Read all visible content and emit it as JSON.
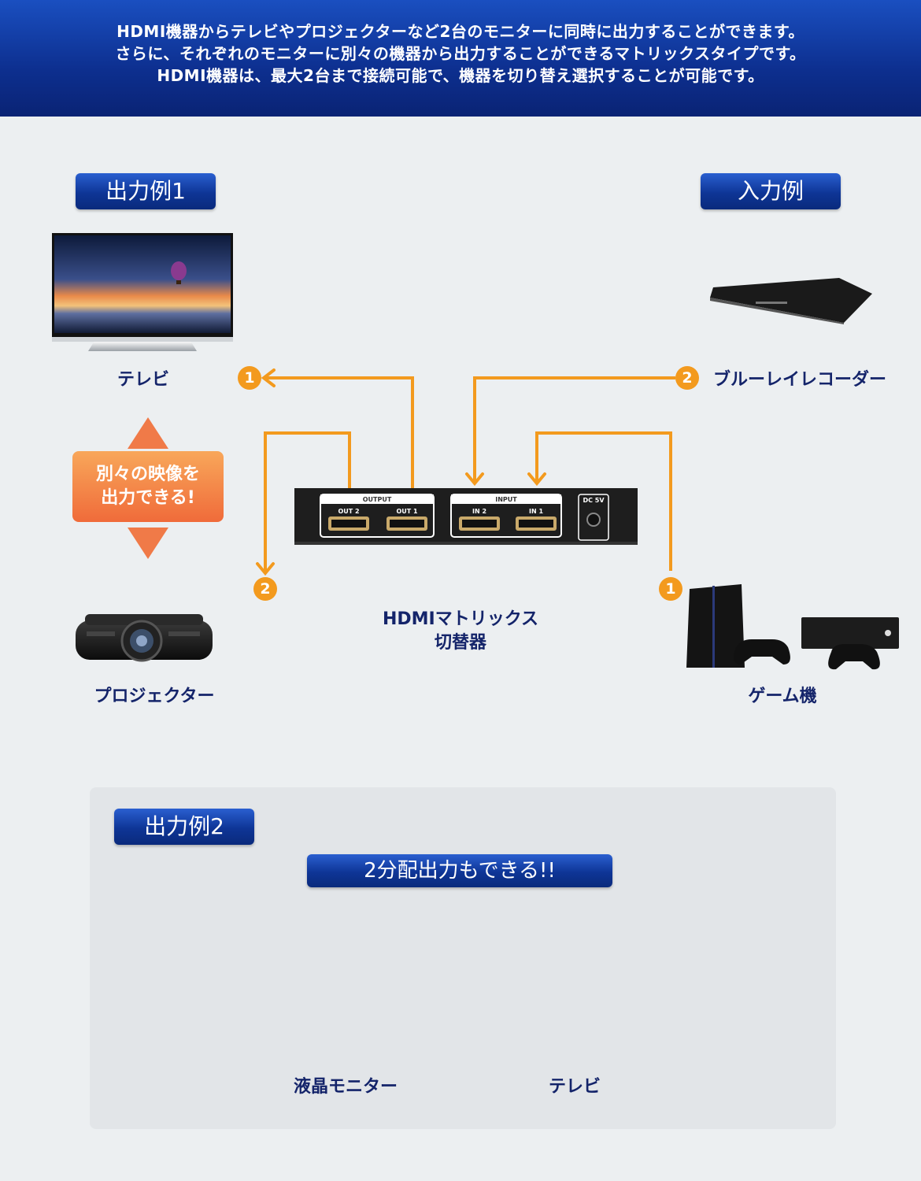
{
  "header": {
    "lines": [
      "HDMI機器からテレビやプロジェクターなど2台のモニターに同時に出力することができます。",
      "さらに、それぞれのモニターに別々の機器から出力することができるマトリックスタイプです。",
      "HDMI機器は、最大2台まで接続可能で、機器を切り替え選択することが可能です。"
    ]
  },
  "output1": {
    "title": "出力例1",
    "tv_label": "テレビ",
    "projector_label": "プロジェクター",
    "callout": [
      "別々の映像を",
      "出力できる!"
    ]
  },
  "input": {
    "title": "入力例",
    "bluray_label": "ブルーレイレコーダー",
    "game_label": "ゲーム機"
  },
  "switcher": {
    "label": [
      "HDMIマトリックス",
      "切替器"
    ],
    "output_group": "OUTPUT",
    "input_group": "INPUT",
    "ports": [
      "OUT 2",
      "OUT 1",
      "IN 2",
      "IN 1"
    ],
    "power": "DC 5V"
  },
  "badges": {
    "tv": "1",
    "projector": "2",
    "bluray": "2",
    "game": "1"
  },
  "output2": {
    "title": "出力例2",
    "banner": "2分配出力もできる!!",
    "monitor_label": "液晶モニター",
    "tv_label": "テレビ"
  },
  "colors": {
    "header": "#0d2f8f",
    "accent_line": "#f39a1e",
    "label_text": "#14246a",
    "callout": "#f06b3a"
  }
}
